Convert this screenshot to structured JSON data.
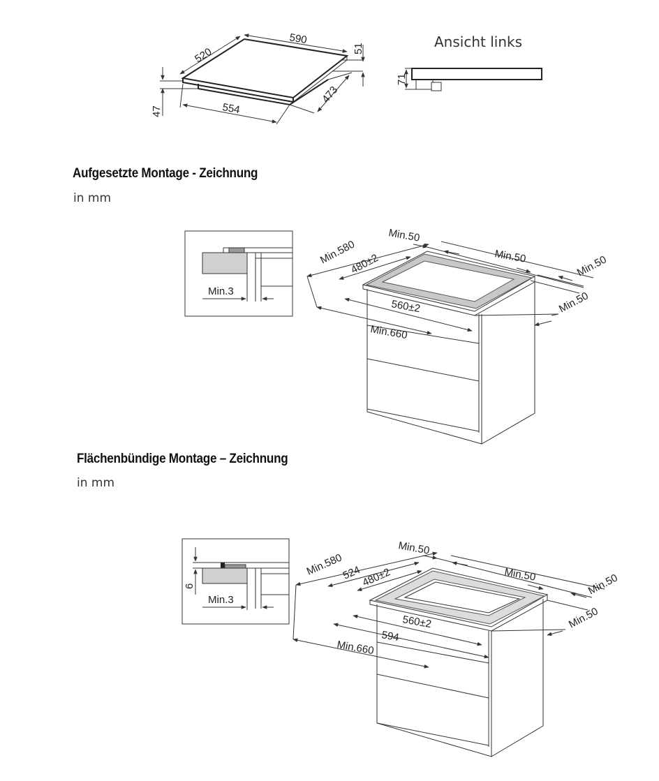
{
  "top_drawing": {
    "view_label": "Ansicht links",
    "dims": {
      "width": "590",
      "depth": "520",
      "thickness": "51",
      "base_height": "47",
      "base_width": "554",
      "base_depth": "473",
      "side_height": "71"
    }
  },
  "surface_mount": {
    "title": "Aufgesetzte Montage - Zeichnung",
    "unit": "in mm",
    "detail": {
      "gap": "Min.3"
    },
    "dims": {
      "min580": "Min.580",
      "d480": "480±2",
      "min50_back": "Min.50",
      "min50_right_top": "Min.50",
      "min50_far_right": "Min.50",
      "min50_right_low": "Min.50",
      "w560": "560±2",
      "min660": "Min.660"
    }
  },
  "flush_mount": {
    "title": "Flächenbündige Montage – Zeichnung",
    "unit": "in mm",
    "detail": {
      "gap": "Min.3",
      "depth": "6"
    },
    "dims": {
      "min580": "Min.580",
      "d524": "524",
      "d480": "480±2",
      "min50_back": "Min.50",
      "min50_right_top": "Min.50",
      "min50_far_right": "Min.50",
      "min50_right_low": "Min.50",
      "w560": "560±2",
      "w594": "594",
      "min660": "Min.660"
    }
  }
}
